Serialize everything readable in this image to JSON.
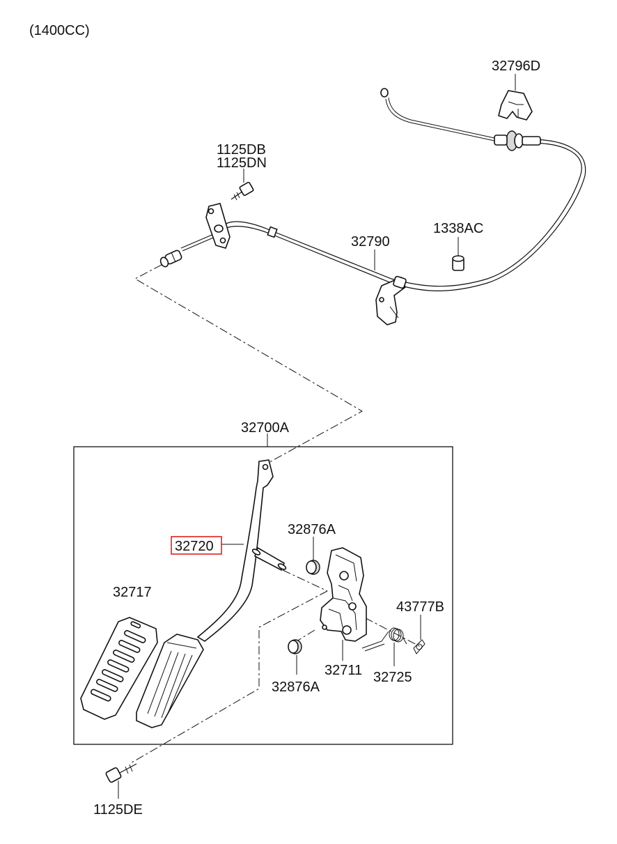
{
  "variant_note": "(1400CC)",
  "accent_color": "#e02020",
  "labels": {
    "l_32796D": "32796D",
    "l_1125DB": "1125DB",
    "l_1125DN": "1125DN",
    "l_1338AC": "1338AC",
    "l_32790": "32790",
    "l_32700A": "32700A",
    "l_32720": "32720",
    "l_32876A_top": "32876A",
    "l_32717": "32717",
    "l_43777B": "43777B",
    "l_32711": "32711",
    "l_32725": "32725",
    "l_32876A_bottom": "32876A",
    "l_1125DE": "1125DE"
  },
  "highlighted_part": "32720"
}
